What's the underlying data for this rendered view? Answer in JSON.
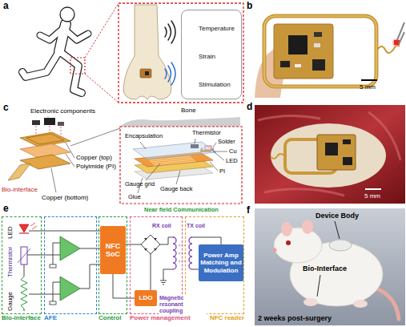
{
  "diagram": {
    "nodes": [
      {
        "text": [
          "Temperature",
          "Strain",
          "Stimulation"
        ]
      },
      {
        "text": [
          "Bio-interface"
        ]
      },
      {
        "text": [
          "AFE"
        ]
      },
      {
        "text": [
          "Control"
        ]
      },
      {
        "text": [
          "NFC SoC"
        ],
        "in": 3
      },
      {
        "text": [
          "Power management"
        ]
      },
      {
        "text": [
          "LDO"
        ],
        "in": 5
      },
      {
        "text": [
          "NFC reader"
        ]
      },
      {
        "text": [
          "Power Amp Matching and Modulation"
        ],
        "in": 7
      }
    ],
    "edges": [
      {
        "from": 6,
        "to": 4,
        "arrow": "none"
      }
    ],
    "labels": [
      "a",
      "b",
      "5 mm",
      "c",
      "Electronic components",
      "Bone",
      "Copper (top)",
      "Polyimide (PI)",
      "Bio-interface",
      "Copper (bottom)",
      "Encapsulation",
      "Thermistor",
      "Solder",
      "Cu",
      "LED",
      "Gauge grid",
      "PI",
      "Gauge back",
      "Glue",
      "d",
      "5 mm",
      "e",
      "LED",
      "Thermistor",
      "Gauge",
      "Near field Communication",
      "RX coil",
      "TX coil",
      "Magnetic resonant coupling",
      "f",
      "Device Body",
      "Bio-Interface",
      "2 weeks post-surgery"
    ]
  }
}
